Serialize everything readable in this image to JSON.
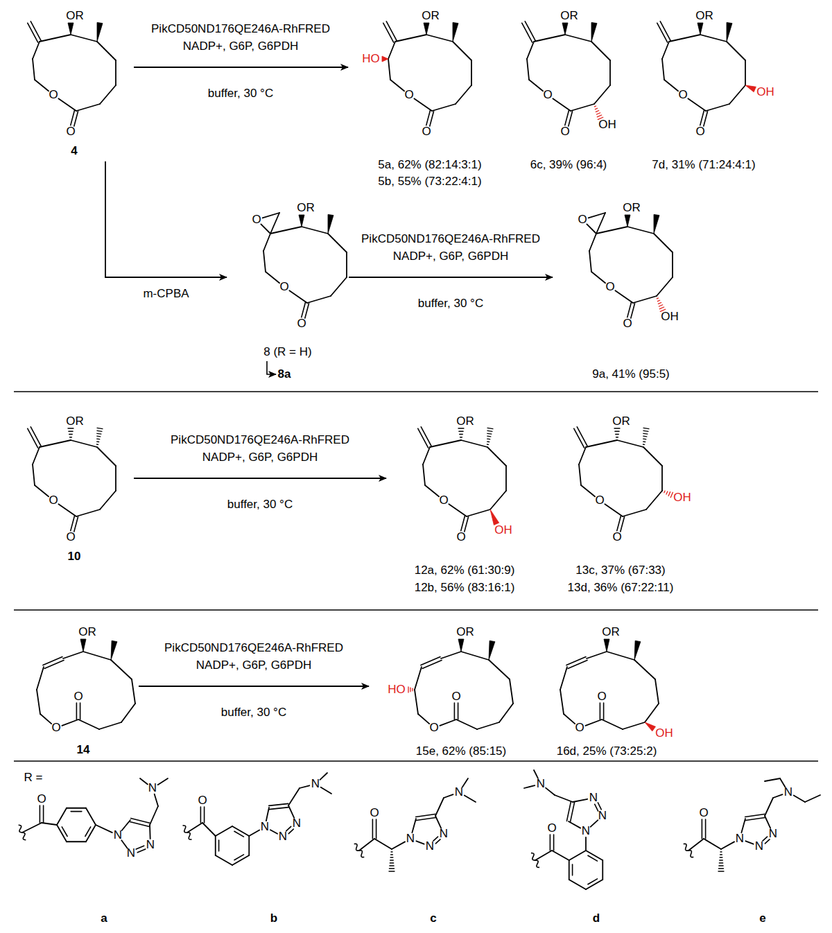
{
  "diagram": {
    "nodes": [
      {
        "text": [
          "OR",
          "O",
          "O",
          "4"
        ]
      },
      {
        "text": [
          "OR",
          "HO",
          "O",
          "O",
          "5a, 62% (82:14:3:1)",
          "5b, 55% (73:22:4:1)"
        ]
      },
      {
        "text": [
          "OR",
          "O",
          "O",
          "OH",
          "6c, 39% (96:4)"
        ]
      },
      {
        "text": [
          "OR",
          "OH",
          "O",
          "O",
          "7d, 31% (71:24:4:1)"
        ]
      },
      {
        "text": [
          "OR",
          "O",
          "O",
          "O",
          "8 (R = H)",
          "8a"
        ]
      },
      {
        "text": [
          "OR",
          "O",
          "O",
          "O",
          "OH",
          "9a, 41% (95:5)"
        ]
      },
      {
        "text": [
          "OR",
          "O",
          "O",
          "10"
        ]
      },
      {
        "text": [
          "OR",
          "O",
          "O",
          "OH",
          "12a, 62% (61:30:9)",
          "12b, 56% (83:16:1)"
        ]
      },
      {
        "text": [
          "OR",
          "OH",
          "O",
          "O",
          "13c, 37% (67:33)",
          "13d, 36% (67:22:11)"
        ]
      },
      {
        "text": [
          "OR",
          "O",
          "O",
          "14"
        ]
      },
      {
        "text": [
          "OR",
          "HO",
          "O",
          "O",
          "15e, 62% (85:15)"
        ]
      },
      {
        "text": [
          "OR",
          "O",
          "O",
          "OH",
          "16d, 25% (73:25:2)"
        ]
      },
      {
        "text": [
          "N",
          "O",
          "N",
          "N",
          "N",
          "a"
        ]
      },
      {
        "text": [
          "N",
          "O",
          "N",
          "N",
          "N",
          "b"
        ]
      },
      {
        "text": [
          "N",
          "O",
          "N",
          "N",
          "N",
          "c"
        ]
      },
      {
        "text": [
          "N",
          "O",
          "N",
          "N",
          "N",
          "d"
        ]
      },
      {
        "text": [
          "N",
          "O",
          "N",
          "N",
          "N",
          "e"
        ]
      }
    ],
    "edges": [
      {
        "from": 0,
        "to": 1,
        "arrow": "to"
      },
      {
        "from": 0,
        "to": 4,
        "label": "m-CPBA",
        "arrow": "to"
      },
      {
        "from": 4,
        "to": 5,
        "arrow": "to"
      },
      {
        "from": 6,
        "to": 7,
        "arrow": "to"
      },
      {
        "from": 9,
        "to": 10,
        "arrow": "to"
      }
    ],
    "labels": [
      "PikCD50ND176QE246A-RhFRED",
      "NADP+, G6P, G6PDH",
      "buffer, 30 °C",
      "PikCD50ND176QE246A-RhFRED",
      "NADP+, G6P, G6PDH",
      "buffer, 30 °C",
      "PikCD50ND176QE246A-RhFRED",
      "NADP+, G6P, G6PDH",
      "buffer, 30 °C",
      "PikCD50ND176QE246A-RhFRED",
      "NADP+, G6P, G6PDH",
      "buffer, 30 °C",
      "R ="
    ]
  }
}
